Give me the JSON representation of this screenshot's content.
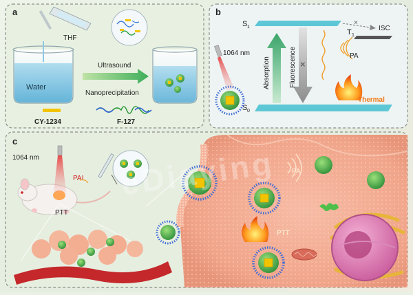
{
  "panels": {
    "a": {
      "letter": "a",
      "thf": "THF",
      "water": "Water",
      "step1": "Ultrasound",
      "step2": "Nanoprecipitation",
      "dye": "CY-1234",
      "polymer": "F-127"
    },
    "b": {
      "letter": "b",
      "s1": "S",
      "s1_sub": "1",
      "s0": "S",
      "s0_sub": "0",
      "t1": "T",
      "t1_sub": "1",
      "isc": "ISC",
      "laser": "1064 nm",
      "absorption": "Absorption",
      "fluorescence": "Fluorescence",
      "pa": "PA",
      "thermal": "Thermal"
    },
    "c": {
      "letter": "c",
      "laser": "1064 nm",
      "pai": "PAI",
      "ptt": "PTT",
      "pa_cell": "PA",
      "ptt_cell": "PTT"
    }
  },
  "watermark": "eDiaying",
  "colors": {
    "panel_border": "#8a8f86",
    "arrow_green": "#4fae6a",
    "arrow_gray": "#9a9a9a",
    "level_cyan": "#5ec7d6",
    "level_dark": "#555555",
    "dye_yellow": "#f2c400",
    "cell_pink": "#f2a98f",
    "thermal_orange": "#f07a18"
  }
}
